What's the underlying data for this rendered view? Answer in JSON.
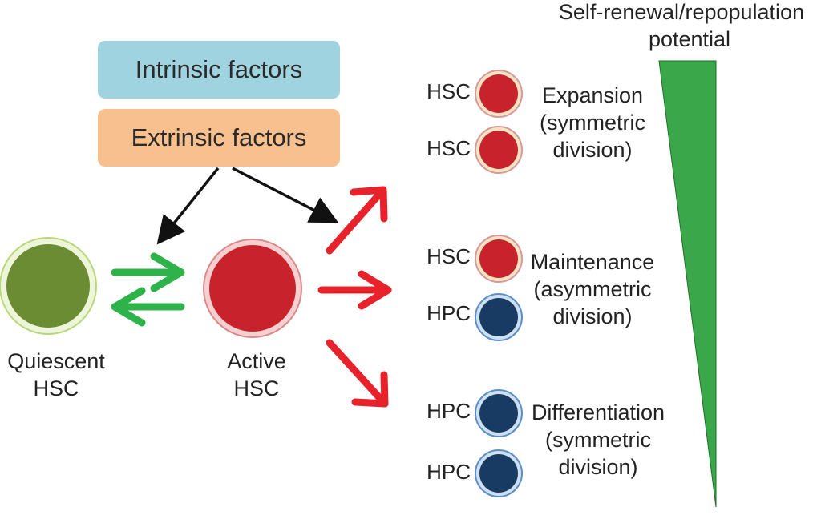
{
  "factors": {
    "intrinsic": "Intrinsic factors",
    "extrinsic": "Extrinsic factors"
  },
  "cells": {
    "quiescent": [
      "Quiescent",
      "HSC"
    ],
    "active": [
      "Active",
      "HSC"
    ]
  },
  "outcomes": {
    "expansion": {
      "lines": [
        "Expansion",
        "(symmetric",
        "division)"
      ],
      "cells": [
        "HSC",
        "HSC"
      ]
    },
    "maintenance": {
      "lines": [
        "Maintenance",
        "(asymmetric",
        "division)"
      ],
      "cells": [
        "HSC",
        "HPC"
      ]
    },
    "differentiation": {
      "lines": [
        "Differentiation",
        "(symmetric",
        "division)"
      ],
      "cells": [
        "HPC",
        "HPC"
      ]
    }
  },
  "potential": {
    "line1": "Self-renewal/repopulation",
    "line2": "potential"
  },
  "colors": {
    "intrinsic_box": "#9fd3e0",
    "extrinsic_box": "#f9c08f",
    "quiescent": "#6b8c33",
    "hsc_red": "#c8232c",
    "hpc_navy": "#173b63",
    "green_arrow": "#2db34a",
    "red_arrow": "#e8222b",
    "wedge": "#3aa84a"
  },
  "icons": [
    "arrow-icon",
    "cell-icon",
    "wedge-icon"
  ]
}
